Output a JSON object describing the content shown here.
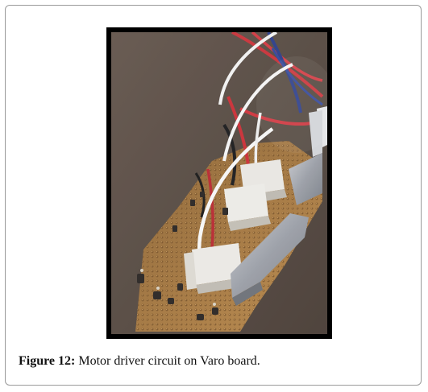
{
  "figure": {
    "label": "Figure 12:",
    "caption": " Motor driver circuit on Varo board.",
    "photo_subject": "motor-driver-circuit-photo"
  },
  "colors": {
    "frame_border": "#9a9a9a",
    "photo_border": "#000000",
    "background_tone": "#5e5048",
    "board_tone": "#a5743e"
  }
}
